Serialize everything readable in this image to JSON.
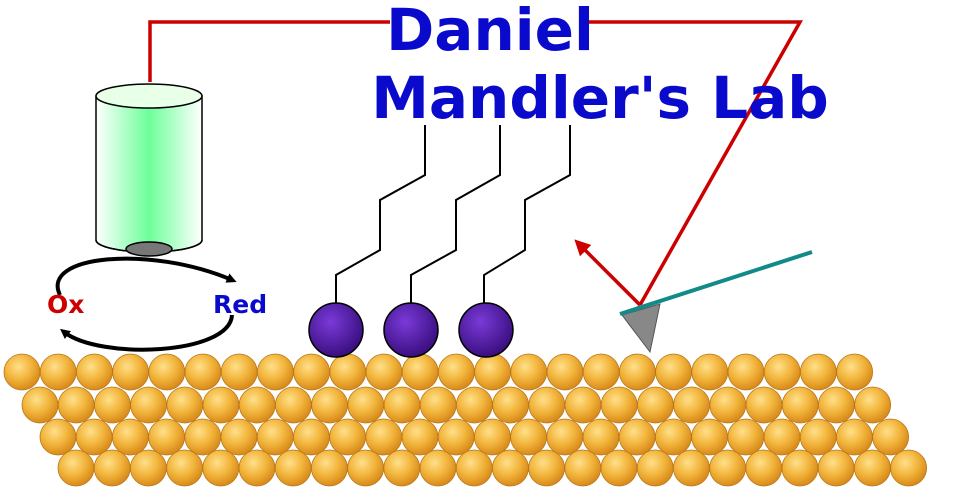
{
  "title": {
    "line1": "Daniel",
    "line2": "Mandler's Lab"
  },
  "labels": {
    "ox": "Ox",
    "red": "Red"
  },
  "colors": {
    "title": "#0a0acc",
    "wire": "#cc0000",
    "ox": "#cc0000",
    "red": "#0a0acc",
    "cantilever": "#138a8a",
    "tip": "#888888",
    "nanoparticle": "#4a1a9a",
    "gold_light": "#ffe08a",
    "gold_dark": "#d88a1a",
    "electrode_glow": "#6dff9a"
  },
  "icons": {
    "electrode": "microelectrode-cylinder-icon",
    "redox_cycle": "cycle-arrows-icon",
    "afm_tip": "afm-cantilever-tip-icon"
  }
}
